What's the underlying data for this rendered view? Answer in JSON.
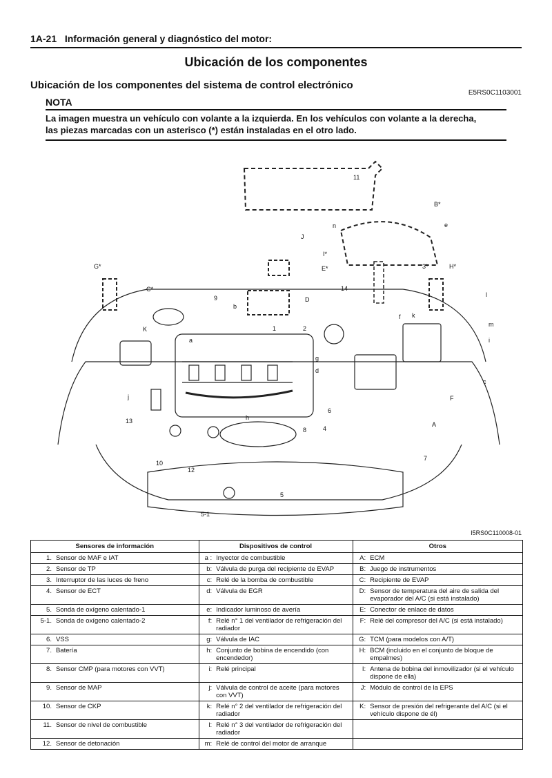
{
  "header": {
    "page_ref": "1A-21",
    "section_title": "Información general y diagnóstico del motor:"
  },
  "title": "Ubicación de los componentes",
  "subtitle": "Ubicación de los componentes del sistema de control electrónico",
  "doc_code": "E5RS0C1103001",
  "note": {
    "label": "NOTA",
    "line1": "La imagen muestra un vehículo con volante a la izquierda. En los vehículos con volante a la derecha,",
    "line2": "las piezas marcadas con un asterisco (*) están instaladas en el otro lado."
  },
  "diagram": {
    "figure_code": "I5RS0C110008-01",
    "callouts": [
      "11",
      "B*",
      "n",
      "e",
      "J",
      "I*",
      "E*",
      "3*",
      "H*",
      "G*",
      "D",
      "C*",
      "14",
      "9",
      "b",
      "1",
      "2",
      "K",
      "a",
      "g",
      "d",
      "f",
      "k",
      "l",
      "m",
      "i",
      "c",
      "F",
      "A",
      "j",
      "13",
      "6",
      "4",
      "8",
      "h",
      "10",
      "12",
      "5",
      "5-1",
      "7"
    ]
  },
  "table": {
    "headers": [
      "Sensores de información",
      "Dispositivos de control",
      "Otros"
    ],
    "rows": [
      {
        "n": "1.",
        "sensor": "Sensor de MAF e IAT",
        "l": "a :",
        "device": "Inyector de combustible",
        "o": "A:",
        "other": "ECM"
      },
      {
        "n": "2.",
        "sensor": "Sensor de TP",
        "l": "b:",
        "device": "Válvula de purga del recipiente de EVAP",
        "o": "B:",
        "other": "Juego de instrumentos"
      },
      {
        "n": "3.",
        "sensor": "Interruptor de las luces de freno",
        "l": "c:",
        "device": "Relé de la bomba de combustible",
        "o": "C:",
        "other": "Recipiente de EVAP"
      },
      {
        "n": "4.",
        "sensor": "Sensor de ECT",
        "l": "d:",
        "device": "Válvula de EGR",
        "o": "D:",
        "other": "Sensor de temperatura del aire de salida del evaporador del A/C (si está instalado)"
      },
      {
        "n": "5.",
        "sensor": "Sonda de oxígeno calentado-1",
        "l": "e:",
        "device": "Indicador luminoso de avería",
        "o": "E:",
        "other": "Conector de enlace de datos"
      },
      {
        "n": "5-1.",
        "sensor": "Sonda de oxígeno calentado-2",
        "l": "f:",
        "device": "Relé n° 1 del ventilador de refrigeración del radiador",
        "o": "F:",
        "other": "Relé del compresor del A/C (si está instalado)"
      },
      {
        "n": "6.",
        "sensor": "VSS",
        "l": "g:",
        "device": "Válvula de IAC",
        "o": "G:",
        "other": "TCM (para modelos con A/T)"
      },
      {
        "n": "7.",
        "sensor": "Batería",
        "l": "h:",
        "device": "Conjunto de bobina de encendido (con encendedor)",
        "o": "H:",
        "other": "BCM (incluido en el conjunto de bloque de empalmes)"
      },
      {
        "n": "8.",
        "sensor": "Sensor CMP (para motores con VVT)",
        "l": "i:",
        "device": "Relé principal",
        "o": "I:",
        "other": "Antena de bobina del inmovilizador (si el vehículo dispone de ella)"
      },
      {
        "n": "9.",
        "sensor": "Sensor de MAP",
        "l": "j:",
        "device": "Válvula de control de aceite (para motores con VVT)",
        "o": "J:",
        "other": "Módulo de control de la EPS"
      },
      {
        "n": "10.",
        "sensor": "Sensor de CKP",
        "l": "k:",
        "device": "Relé n° 2 del ventilador de refrigeración del radiador",
        "o": "K:",
        "other": "Sensor de presión del refrigerante del A/C (si el vehículo dispone de él)"
      },
      {
        "n": "11.",
        "sensor": "Sensor de nivel de combustible",
        "l": "l:",
        "device": "Relé n° 3 del ventilador de refrigeración del radiador",
        "o": "",
        "other": ""
      },
      {
        "n": "12.",
        "sensor": "Sensor de detonación",
        "l": "m:",
        "device": "Relé de control del motor de arranque",
        "o": "",
        "other": ""
      }
    ]
  }
}
